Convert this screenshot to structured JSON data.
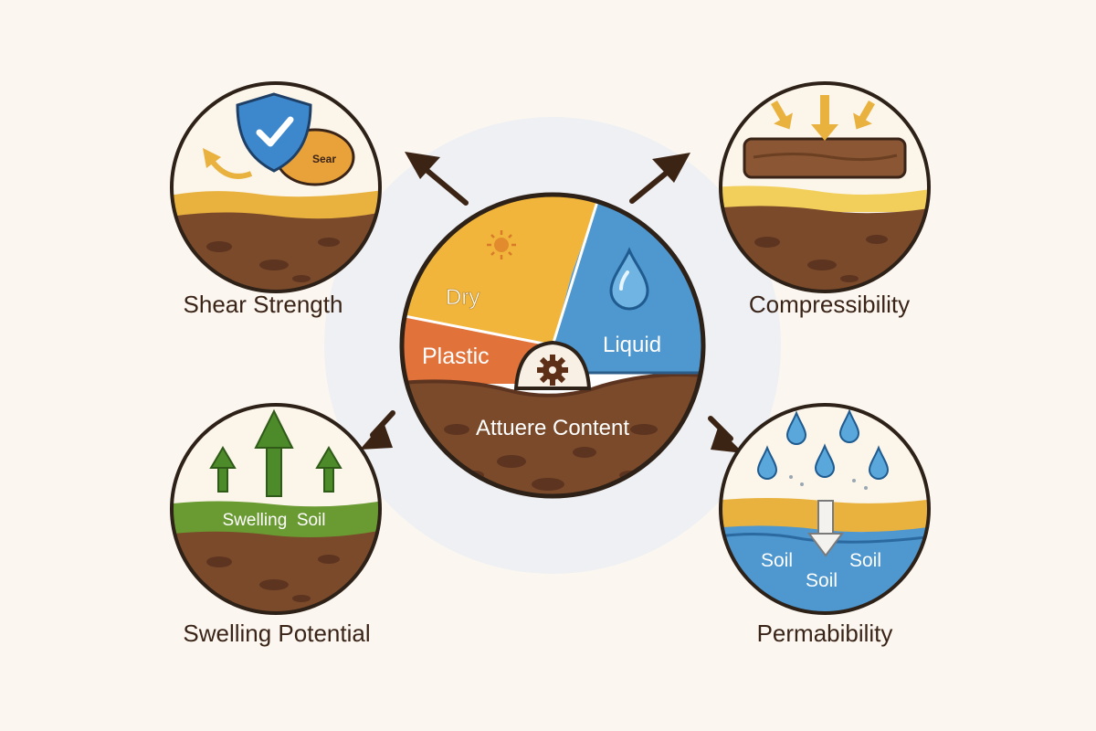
{
  "center": {
    "segments": {
      "dry": "Dry",
      "plastic": "Plastic",
      "liquid": "Liquid"
    },
    "caption": "Attuere Content"
  },
  "properties": {
    "shear_strength": {
      "label": "Shear Strength",
      "badge_text": "Sear"
    },
    "compressibility": {
      "label": "Compressibility"
    },
    "swelling_potential": {
      "label": "Swelling Potential",
      "band_text": "Swelling  Soil"
    },
    "permeability": {
      "label": "Permabibility",
      "band_left": "Soil",
      "band_center": "Soil",
      "band_right": "Soil"
    }
  },
  "colors": {
    "background": "#fbf7f0",
    "dry": "#f1b53c",
    "plastic": "#e0723a",
    "liquid": "#4f97cf",
    "soil": "#7a4a2b",
    "topsoil": "#e9b23f",
    "grass": "#6a9a32",
    "arrow": "#3c2415",
    "shield": "#3d88cc",
    "swelling_arrow": "#4d8a2a"
  },
  "icons": [
    "sun-icon",
    "water-drop-icon",
    "gear-icon",
    "shield-check-icon",
    "up-arrow-icon",
    "down-arrow-icon",
    "pressure-arrow-icon"
  ]
}
